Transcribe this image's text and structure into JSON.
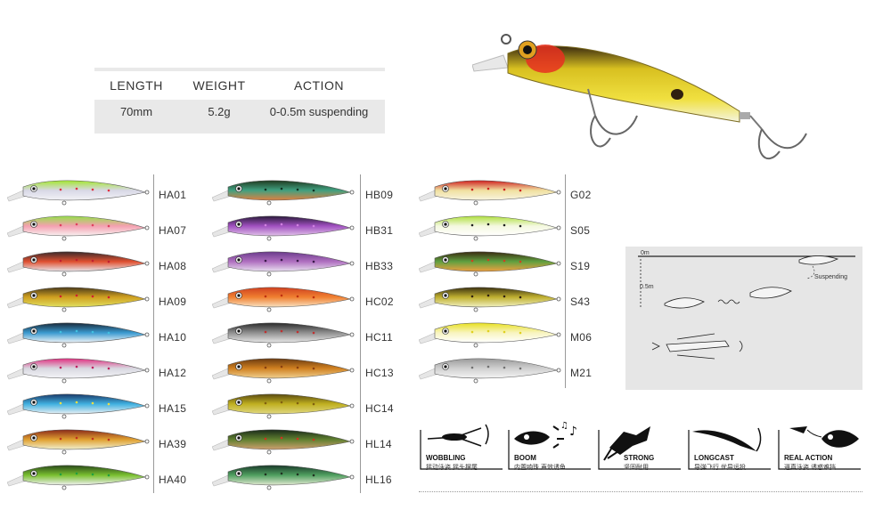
{
  "specs": {
    "headers": [
      "LENGTH",
      "WEIGHT",
      "ACTION"
    ],
    "values": [
      "70mm",
      "5.2g",
      "0-0.5m suspending"
    ]
  },
  "columns": [
    [
      {
        "code": "HA01",
        "top": "#a4e632",
        "mid": "#d8d8e6",
        "belly": "#f2f2f6",
        "dots": "#e03040"
      },
      {
        "code": "HA07",
        "top": "#96e04a",
        "mid": "#f4a0b0",
        "belly": "#f8f0f0",
        "dots": "#e04060"
      },
      {
        "code": "HA08",
        "top": "#3a2a2a",
        "mid": "#e05030",
        "belly": "#e8e8ee",
        "dots": "#c02030"
      },
      {
        "code": "HA09",
        "top": "#4a3a1a",
        "mid": "#d0a020",
        "belly": "#e0e060",
        "dots": "#d02030"
      },
      {
        "code": "HA10",
        "top": "#1a2a3a",
        "mid": "#3a9ad0",
        "belly": "#f0f4f8",
        "dots": "#40c0e0"
      },
      {
        "code": "HA12",
        "top": "#e03080",
        "mid": "#d8d8e0",
        "belly": "#f4f4f8",
        "dots": "#c02060"
      },
      {
        "code": "HA15",
        "top": "#1a3a6a",
        "mid": "#40b0e0",
        "belly": "#e8f0f4",
        "dots": "#f0e040"
      },
      {
        "code": "HA39",
        "top": "#8a2a1a",
        "mid": "#e0a030",
        "belly": "#f0f0d0",
        "dots": "#c03020"
      },
      {
        "code": "HA40",
        "top": "#2a4a1a",
        "mid": "#7ac030",
        "belly": "#f0f0f0",
        "dots": "#20a040"
      }
    ],
    [
      {
        "code": "HB09",
        "top": "#203a20",
        "mid": "#40a080",
        "belly": "#e08040",
        "dots": "#103020"
      },
      {
        "code": "HB31",
        "top": "#2a1a3a",
        "mid": "#a050c0",
        "belly": "#e0c0e8",
        "dots": "#d080e0"
      },
      {
        "code": "HB33",
        "top": "#6a3a8a",
        "mid": "#b070c0",
        "belly": "#e8e0f0",
        "dots": "#3a1a4a"
      },
      {
        "code": "HC02",
        "top": "#d04020",
        "mid": "#f08030",
        "belly": "#f8e0c0",
        "dots": "#c03010"
      },
      {
        "code": "HC11",
        "top": "#2a2a2a",
        "mid": "#909090",
        "belly": "#e8e8e8",
        "dots": "#c03030"
      },
      {
        "code": "HC13",
        "top": "#6a3a10",
        "mid": "#d08020",
        "belly": "#f0d090",
        "dots": "#8a4010"
      },
      {
        "code": "HC14",
        "top": "#5a4a10",
        "mid": "#c0b020",
        "belly": "#e0d880",
        "dots": "#806010"
      },
      {
        "code": "HL14",
        "top": "#1a2a1a",
        "mid": "#608030",
        "belly": "#d0a070",
        "dots": "#d03020"
      },
      {
        "code": "HL16",
        "top": "#1a3a2a",
        "mid": "#50a060",
        "belly": "#e0e8d0",
        "dots": "#203020"
      }
    ],
    [
      {
        "code": "G02",
        "top": "#d02020",
        "mid": "#f0e0a0",
        "belly": "#f8f4e0",
        "dots": "#d02020"
      },
      {
        "code": "S05",
        "top": "#b0e040",
        "mid": "#f4f8e0",
        "belly": "#ffffff",
        "dots": "#202020"
      },
      {
        "code": "S19",
        "top": "#3a2a10",
        "mid": "#60a040",
        "belly": "#f0a040",
        "dots": "#d04020"
      },
      {
        "code": "S43",
        "top": "#3a3010",
        "mid": "#c0b030",
        "belly": "#f0f0c0",
        "dots": "#302010"
      },
      {
        "code": "M06",
        "top": "#e8e020",
        "mid": "#f8f4c0",
        "belly": "#ffffff",
        "dots": "#e0d020"
      },
      {
        "code": "M21",
        "top": "#9a9a9a",
        "mid": "#d0d0d0",
        "belly": "#f4f4f4",
        "dots": "#707070"
      }
    ]
  ],
  "diagram": {
    "depth_top": "0m",
    "depth_mid": "0.5m",
    "note": "Suspending"
  },
  "features": [
    {
      "label": "WOBBLING",
      "sub": "摇动泳姿  摇头摆尾",
      "icon": "wobbling-icon"
    },
    {
      "label": "BOOM",
      "sub": "内置响珠  声效诱鱼",
      "icon": "boom-icon"
    },
    {
      "label": "STRONG",
      "sub": "坚固耐用",
      "icon": "strong-icon"
    },
    {
      "label": "LONGCAST",
      "sub": "导弹飞行  优异远投",
      "icon": "longcast-icon"
    },
    {
      "label": "REAL ACTION",
      "sub": "逼真泳姿  诱惑难挡",
      "icon": "real-action-icon"
    }
  ]
}
